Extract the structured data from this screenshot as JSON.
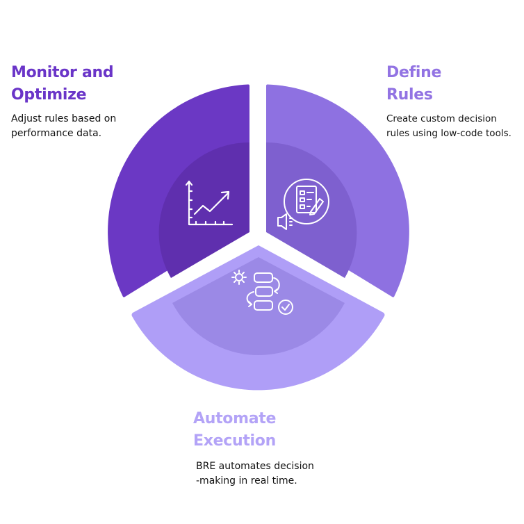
{
  "stages": [
    {
      "id": "monitor",
      "title_line1": "Monitor and",
      "title_line2": "Optimize",
      "desc_line1": "Adjust rules based on",
      "desc_line2": "performance data.",
      "color": "#6a38c2",
      "icon": "line-chart-icon"
    },
    {
      "id": "define",
      "title_line1": "Define",
      "title_line2": "Rules",
      "desc_line1": "Create custom decision",
      "desc_line2": "rules using low-code tools.",
      "color": "#8e6fe0",
      "icon": "checklist-edit-icon"
    },
    {
      "id": "automate",
      "title_line1": "Automate",
      "title_line2": "Execution",
      "desc_line1": "BRE automates decision",
      "desc_line2": "-making in real time.",
      "color": "#ad9cf6",
      "icon": "workflow-automation-icon"
    }
  ]
}
